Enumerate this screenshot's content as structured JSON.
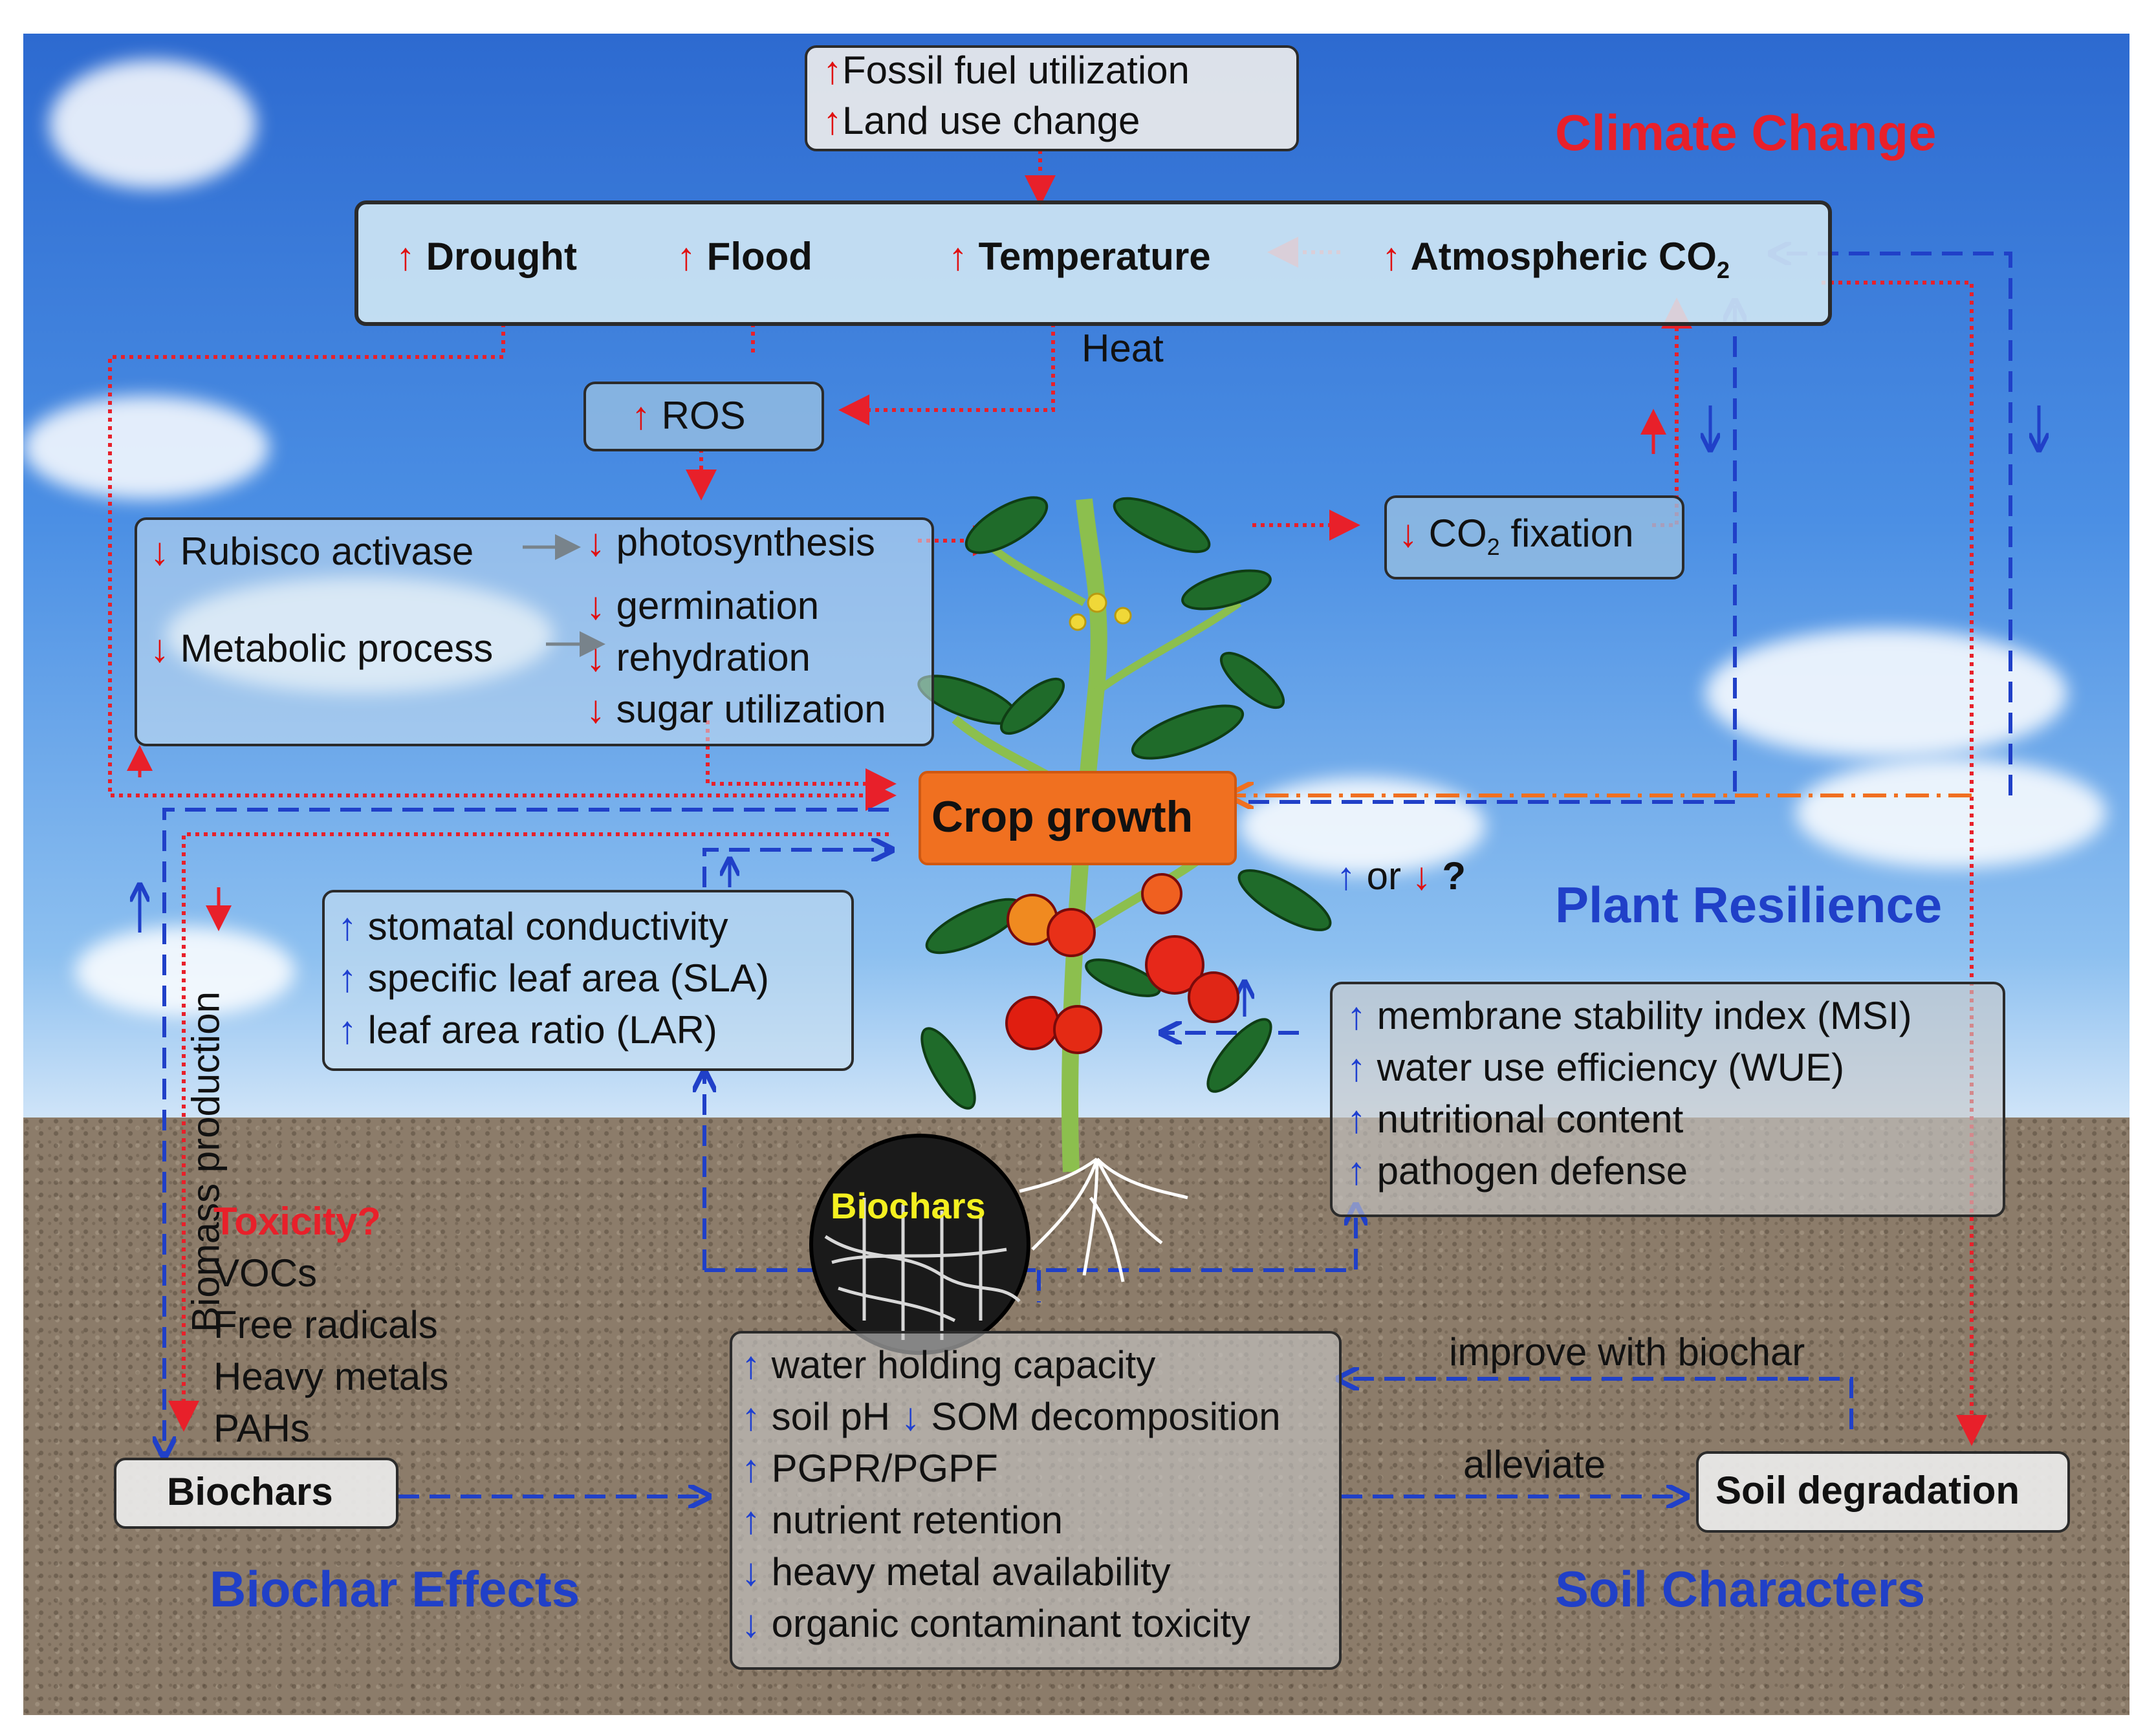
{
  "titles": {
    "climate_change": "Climate Change",
    "plant_resilience": "Plant Resilience",
    "biochar_effects": "Biochar Effects",
    "soil_characters": "Soil Characters"
  },
  "arrows": {
    "up": "↑",
    "down": "↓"
  },
  "sources": {
    "fossil": "Fossil fuel utilization",
    "land": "Land use change"
  },
  "climate": {
    "drought": "Drought",
    "flood": "Flood",
    "temperature": "Temperature",
    "co2": "Atmospheric CO",
    "co2_sub": "2"
  },
  "heat_label": "Heat",
  "ros": "ROS",
  "physiology": {
    "rubisco": "Rubisco activase",
    "photosynthesis": "photosynthesis",
    "germination": "germination",
    "metabolic": "Metabolic process",
    "rehydration": "rehydration",
    "sugar": "sugar utilization"
  },
  "co2_fixation": {
    "text": "CO",
    "sub": "2",
    "rest": " fixation"
  },
  "crop_growth": "Crop growth",
  "or_label": "or",
  "question": "?",
  "leaf_traits": [
    "stomatal conductivity",
    "specific leaf area (SLA)",
    "leaf area ratio (LAR)"
  ],
  "resilience_traits": [
    "membrane stability index (MSI)",
    "water use efficiency (WUE)",
    "nutritional content",
    "pathogen defense"
  ],
  "biomass_label": "Biomass production",
  "toxicity": {
    "title": "Toxicity?",
    "items": [
      "VOCs",
      "Free radicals",
      "Heavy metals",
      "PAHs"
    ]
  },
  "biochars_circle": "Biochars",
  "biochars_box": "Biochars",
  "soil_effects": {
    "whc": "water holding capacity",
    "ph": "soil pH",
    "som": "SOM decomposition",
    "pgpr": "PGPR/PGPF",
    "nutrient": "nutrient retention",
    "heavy": "heavy metal availability",
    "organic": "organic contaminant toxicity"
  },
  "improve_label": "improve with biochar",
  "alleviate_label": "alleviate",
  "soil_degradation": "Soil degradation",
  "colors": {
    "red": "#e8202a",
    "blue": "#2040c8",
    "orange": "#f07020"
  }
}
